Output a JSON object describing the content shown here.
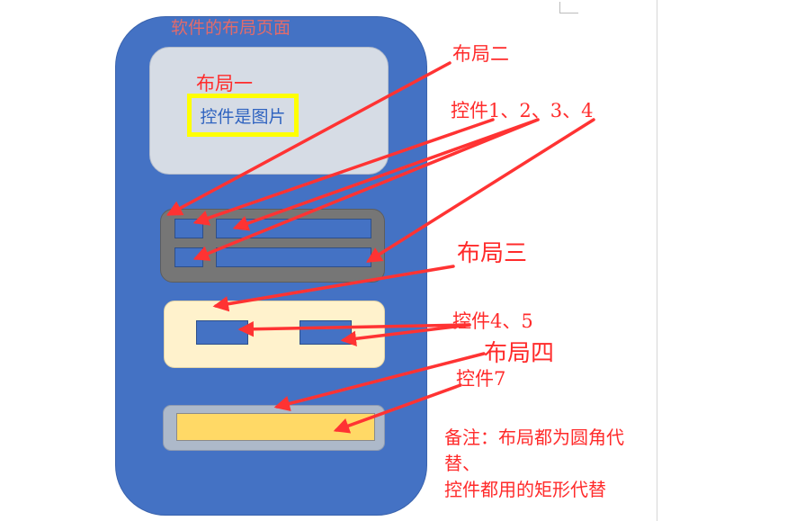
{
  "page_title": "软件的布局页面",
  "layout1": {
    "label": "布局一",
    "image_control_text": "控件是图片"
  },
  "callouts": {
    "layout2": "布局二",
    "controls_1_4": "控件1、2、3、4",
    "layout3": "布局三",
    "controls_4_5": "控件4、5",
    "layout4": "布局四",
    "control7": "控件7"
  },
  "note": {
    "line1": "备注：布局都为圆角代替、",
    "line2": "控件都用的矩形代替"
  },
  "colors": {
    "phone": "#4472c4",
    "layout1": "#d6dce5",
    "layout2": "#767676",
    "layout3": "#fff2cc",
    "layout4": "#adb9ca",
    "control": "#4472c4",
    "control7": "#ffd966",
    "highlight": "#ffff00",
    "annotation": "#ff2b2b"
  }
}
